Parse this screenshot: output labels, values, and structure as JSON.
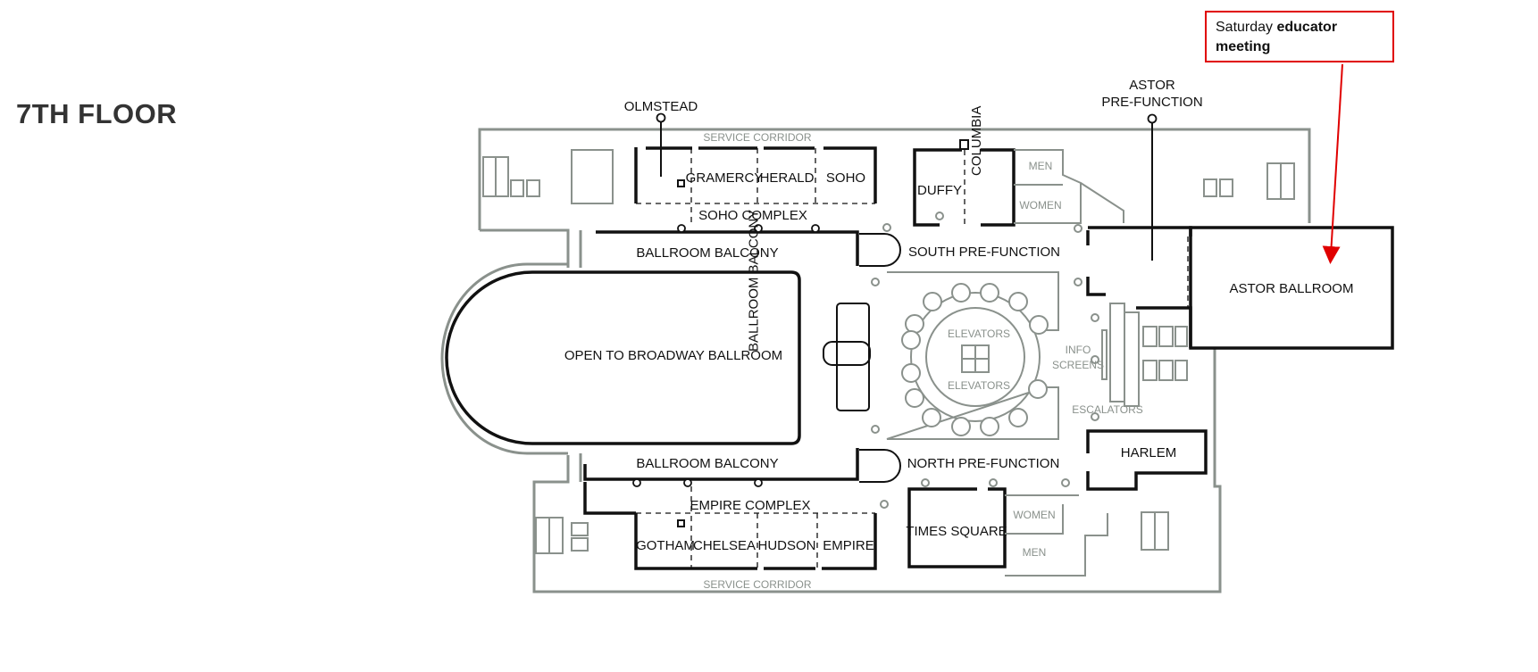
{
  "page": {
    "title": "7TH FLOOR"
  },
  "annotation": {
    "prefix": "Saturday ",
    "bold1": "educator",
    "bold2": "meeting",
    "color": "#e00000"
  },
  "rooms": {
    "olmstead": "OLMSTEAD",
    "service_corridor_top": "SERVICE CORRIDOR",
    "gramercy": "GRAMERCY",
    "herald": "HERALD",
    "soho": "SOHO",
    "soho_complex": "SOHO COMPLEX",
    "duffy": "DUFFY",
    "columbia": "COLUMBIA",
    "men_top": "MEN",
    "women_top": "WOMEN",
    "astor_prefunction_1": "ASTOR",
    "astor_prefunction_2": "PRE-FUNCTION",
    "astor_ballroom": "ASTOR BALLROOM",
    "ballroom_balcony_top": "BALLROOM BALCONY",
    "south_prefunction": "SOUTH PRE-FUNCTION",
    "open_to_broadway": "OPEN TO BROADWAY BALLROOM",
    "ballroom_balcony_vertical": "BALLROOM BALCONY",
    "elevators_top": "ELEVATORS",
    "elevators_bottom": "ELEVATORS",
    "info_1": "INFO",
    "info_2": "SCREENS",
    "escalators": "ESCALATORS",
    "harlem": "HARLEM",
    "ballroom_balcony_bottom": "BALLROOM BALCONY",
    "north_prefunction": "NORTH PRE-FUNCTION",
    "empire_complex": "EMPIRE COMPLEX",
    "gotham": "GOTHAM",
    "chelsea": "CHELSEA",
    "hudson": "HUDSON",
    "empire": "EMPIRE",
    "times_square": "TIMES SQUARE",
    "women_bottom": "WOMEN",
    "men_bottom": "MEN",
    "service_corridor_bottom": "SERVICE CORRIDOR"
  }
}
